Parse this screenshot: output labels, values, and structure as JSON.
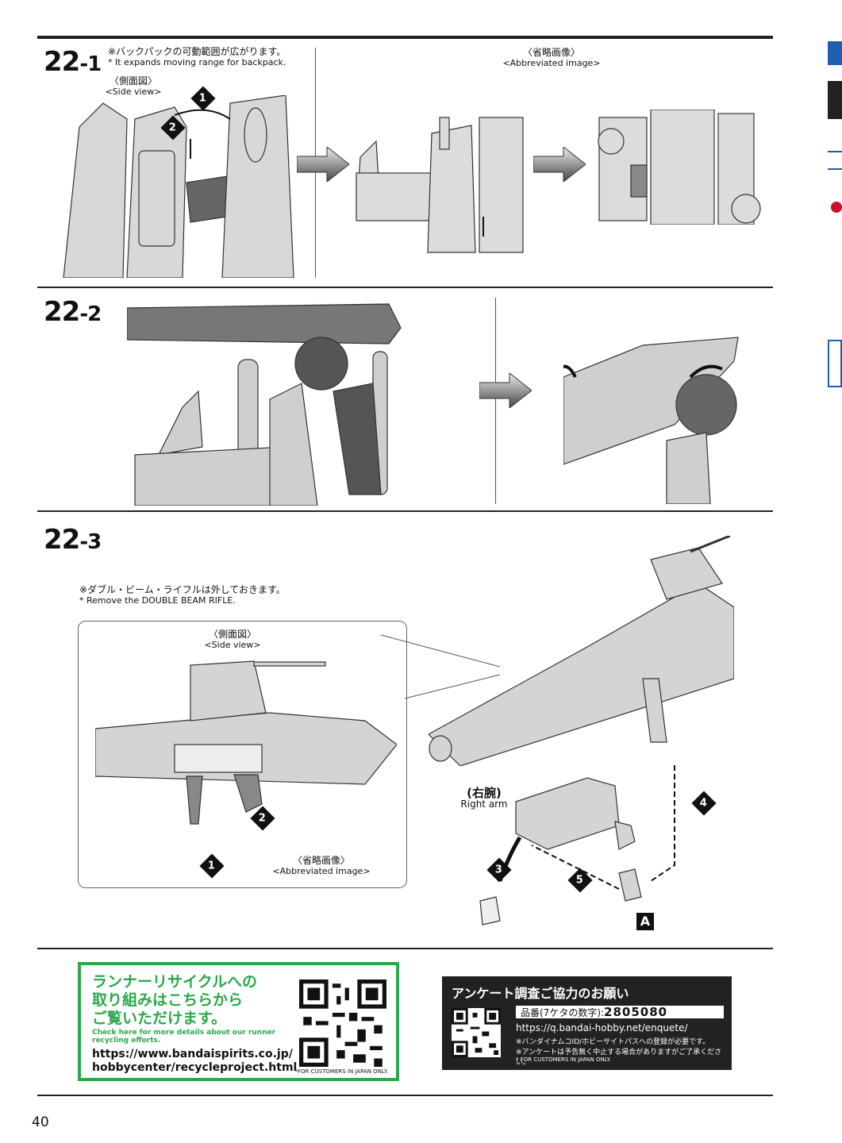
{
  "step_22_1": {
    "num_big": "22",
    "num_small": "-1",
    "note_jp": "※バックパックの可動範囲が広がります。",
    "note_en": "* It expands moving range for backpack.",
    "side_view_jp": "〈側面図〉",
    "side_view_en": "<Side view>",
    "abbrev_jp": "〈省略画像〉",
    "abbrev_en": "<Abbreviated image>",
    "markers": [
      "1",
      "2"
    ]
  },
  "step_22_2": {
    "num_big": "22",
    "num_small": "-2"
  },
  "step_22_3": {
    "num_big": "22",
    "num_small": "-3",
    "note_jp": "※ダブル・ビーム・ライフルは外しておきます。",
    "note_en": "* Remove the DOUBLE BEAM RIFLE.",
    "side_view_jp": "〈側面図〉",
    "side_view_en": "<Side view>",
    "abbrev_jp": "〈省略画像〉",
    "abbrev_en": "<Abbreviated image>",
    "right_arm_jp": "(右腕)",
    "right_arm_en": "Right arm",
    "part_letter": "A",
    "markers": [
      "1",
      "2",
      "3",
      "4",
      "5"
    ]
  },
  "recycle": {
    "line1": "ランナーリサイクルへの",
    "line2": "取り組みはこちらから",
    "line3": "ご覧いただけます。",
    "en1": "Check here for more details about our runner",
    "en2": "recycling efforts.",
    "url1": "https://www.bandaispirits.co.jp/",
    "url2": "hobbycenter/recycleproject.html",
    "japan_only": "*FOR CUSTOMERS IN JAPAN ONLY."
  },
  "survey": {
    "title": "アンケート調査ご協力のお願い",
    "item_label": "品番(7ケタの数字):",
    "item_number": "2805080",
    "url": "https://q.bandai-hobby.net/enquete/",
    "note1": "※バンダイナムコID/ホビーサイトパスへの登録が必要です。",
    "note2": "※アンケートは予告無く中止する場合がありますがご了承ください。",
    "note3": "* FOR CUSTOMERS IN JAPAN ONLY."
  },
  "page_number": "40",
  "colors": {
    "recycle_green": "#2aa84a",
    "dark": "#222222",
    "sidebar_blue": "#1e5fb0",
    "marker_red": "#c8102e"
  }
}
